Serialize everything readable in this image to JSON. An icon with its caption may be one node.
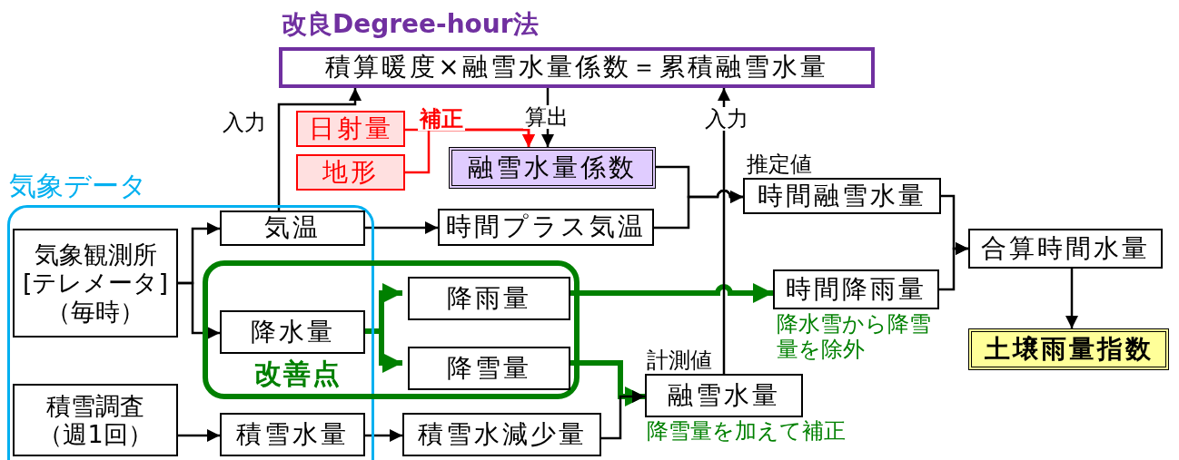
{
  "diagram": {
    "nodes": [
      {
        "text": [
          "気象データ"
        ]
      },
      {
        "text": [
          "改善点"
        ]
      },
      {
        "text": [
          "改良Degree-hour法",
          "積算暖度×融雪水量係数＝累積融雪水量"
        ]
      },
      {
        "text": [
          "日射量"
        ]
      },
      {
        "text": [
          "地形"
        ]
      },
      {
        "text": [
          "融雪水量係数"
        ]
      },
      {
        "text": [
          "気象観測所[テレメータ]（毎時）"
        ],
        "in": 0
      },
      {
        "text": [
          "積雪調査（週1回）"
        ],
        "in": 0
      },
      {
        "text": [
          "気温"
        ],
        "in": 0
      },
      {
        "text": [
          "降水量"
        ]
      },
      {
        "text": [
          "積雪水量"
        ],
        "in": 0
      },
      {
        "text": [
          "時間プラス気温"
        ]
      },
      {
        "text": [
          "降雨量"
        ],
        "in": 1
      },
      {
        "text": [
          "降雪量"
        ],
        "in": 1
      },
      {
        "text": [
          "積雪水減少量"
        ]
      },
      {
        "text": [
          "時間融雪水量"
        ],
        "beside": [
          "推定値"
        ]
      },
      {
        "text": [
          "時間降雨量"
        ],
        "beside": [
          "降水雪から降雪量を除外"
        ]
      },
      {
        "text": [
          "融雪水量"
        ],
        "beside": [
          "計測値",
          "降雪量を加えて補正"
        ]
      },
      {
        "text": [
          "合算時間水量"
        ]
      },
      {
        "text": [
          "土壌雨量指数"
        ]
      }
    ],
    "edges": [
      {
        "from": 6,
        "to": 8,
        "arrow": "to"
      },
      {
        "from": 6,
        "to": 9,
        "arrow": "to"
      },
      {
        "from": 7,
        "to": 10,
        "arrow": "to"
      },
      {
        "from": 8,
        "to": 2,
        "arrow": "to",
        "label": "入力"
      },
      {
        "from": 8,
        "to": 11,
        "arrow": "to"
      },
      {
        "from": 10,
        "to": 14,
        "arrow": "to"
      },
      {
        "from": 9,
        "to": 12,
        "arrow": "to",
        "style": "thick",
        "color": "#008000"
      },
      {
        "from": 9,
        "to": 13,
        "arrow": "to",
        "style": "thick",
        "color": "#008000"
      },
      {
        "from": 2,
        "to": 5,
        "arrow": "to",
        "label": "算出"
      },
      {
        "from": 3,
        "to": 5,
        "arrow": "to",
        "label": "補正",
        "color": "#ff0000"
      },
      {
        "from": 4,
        "to": 5,
        "arrow": "to",
        "color": "#ff0000"
      },
      {
        "from": 5,
        "to": 15,
        "arrow": "to"
      },
      {
        "from": 11,
        "to": 15,
        "arrow": "to"
      },
      {
        "from": 12,
        "to": 16,
        "arrow": "to",
        "style": "thick",
        "color": "#008000"
      },
      {
        "from": 13,
        "to": 17,
        "arrow": "to",
        "style": "thick",
        "color": "#008000"
      },
      {
        "from": 14,
        "to": 17,
        "arrow": "to"
      },
      {
        "from": 17,
        "to": 2,
        "arrow": "to",
        "label": "入力"
      },
      {
        "from": 15,
        "to": 18,
        "arrow": "to"
      },
      {
        "from": 16,
        "to": 18,
        "arrow": "to"
      },
      {
        "from": 18,
        "to": 19,
        "arrow": "to"
      }
    ]
  }
}
